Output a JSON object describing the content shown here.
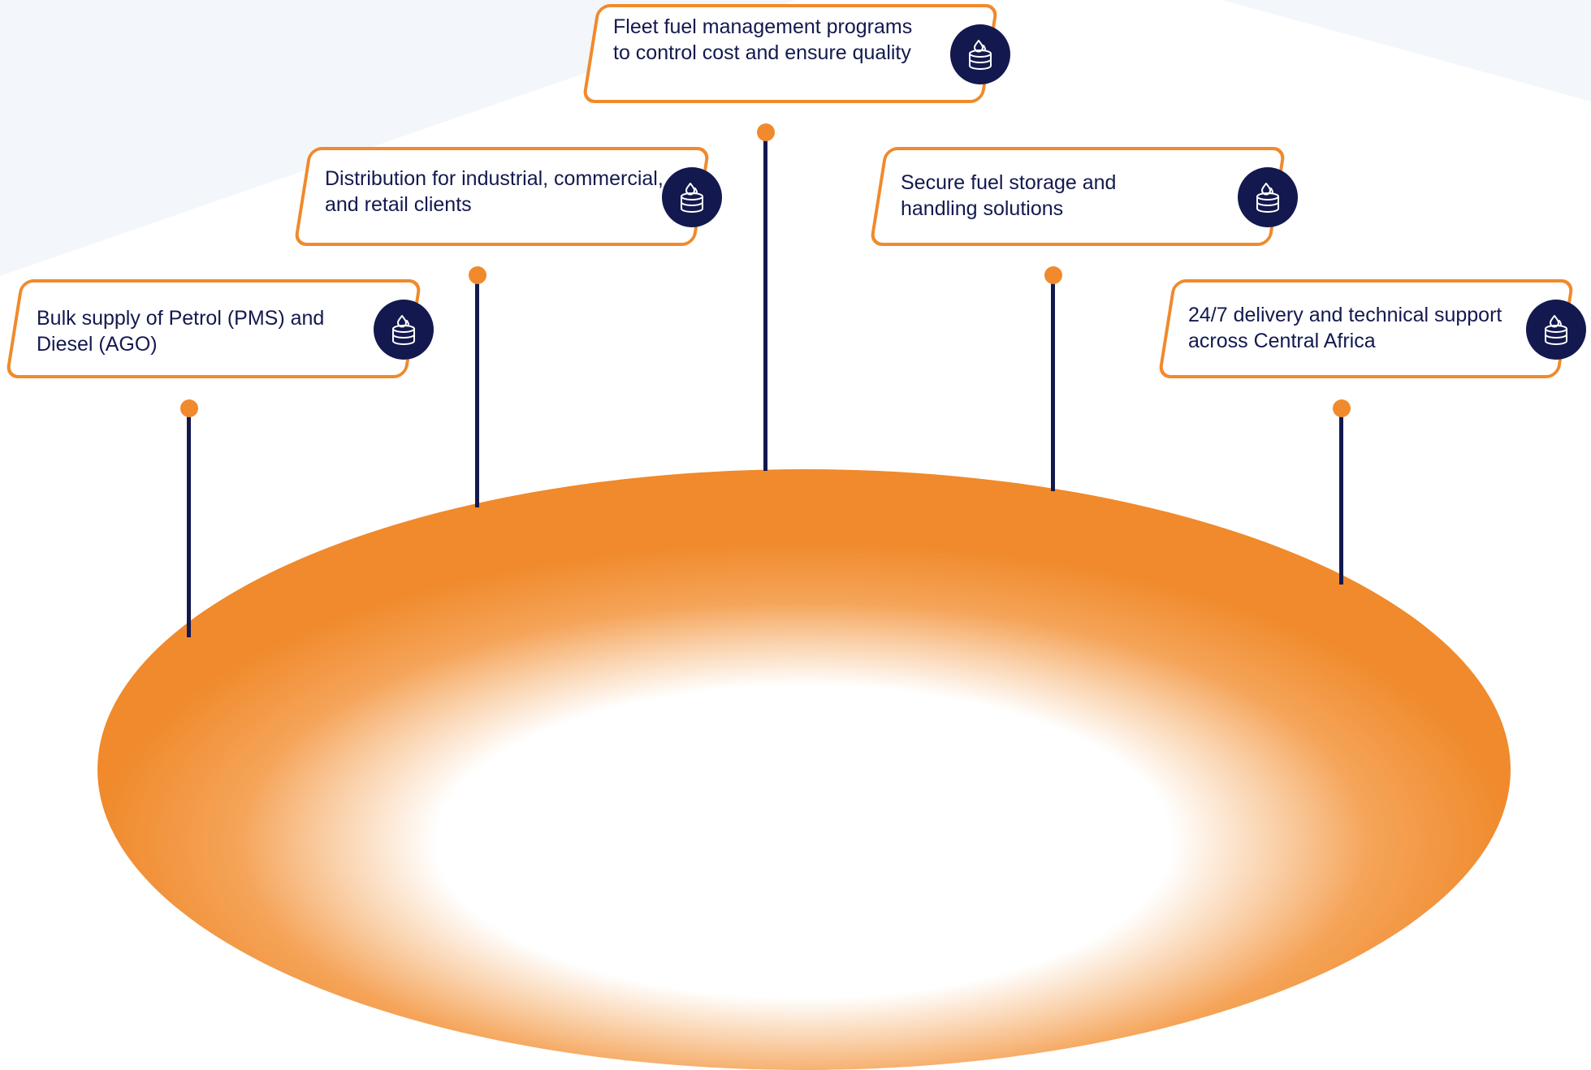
{
  "colors": {
    "accent_orange": "#f08a2c",
    "navy": "#13194f",
    "background_shape": "#f3f6fb"
  },
  "icon": "fuel-drum-icon",
  "items": [
    {
      "label": "Bulk supply of Petrol (PMS) and Diesel (AGO)"
    },
    {
      "label": "Distribution for industrial, commercial, and retail clients"
    },
    {
      "label": "Fleet fuel management programs to control cost and ensure quality"
    },
    {
      "label": "Secure fuel storage and handling solutions"
    },
    {
      "label": "24/7 delivery and technical support across Central Africa"
    }
  ]
}
